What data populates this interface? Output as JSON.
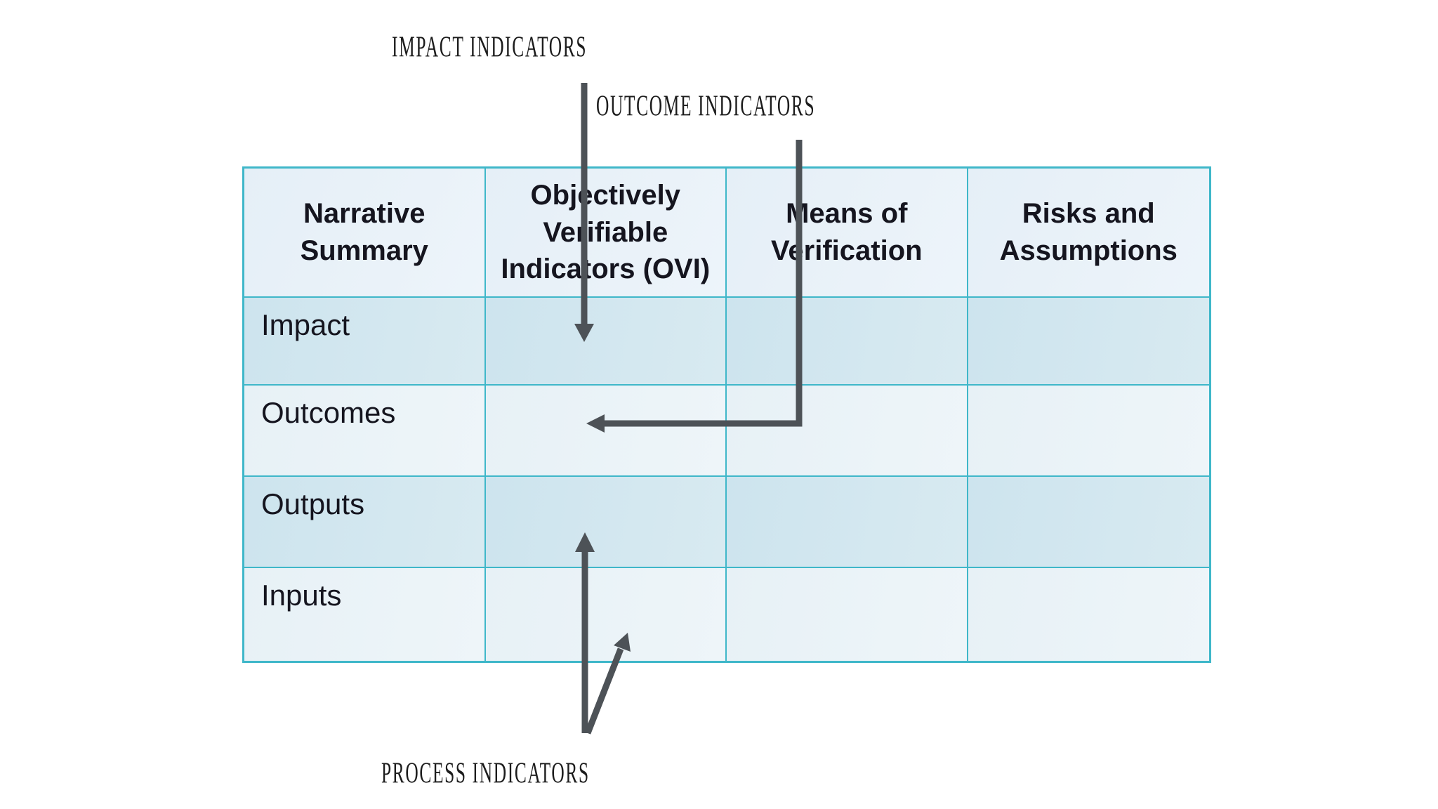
{
  "annotations": {
    "impact": "IMPACT INDICATORS",
    "outcome": "OUTCOME INDICATORS",
    "process": "PROCESS INDICATORS"
  },
  "table": {
    "headers": [
      "Narrative Summary",
      "Objectively Verifiable Indicators (OVI)",
      "Means of Verification",
      "Risks and Assumptions"
    ],
    "row_labels": [
      "Impact",
      "Outcomes",
      "Outputs",
      "Inputs"
    ]
  },
  "colors": {
    "table_border": "#3fb7c9",
    "header_bg": "#e9f1f8",
    "row_dark_bg": "#cfe5ee",
    "row_light_bg": "#e9f2f7",
    "arrow": "#4d5257",
    "table_text": "#15151f",
    "annotation_text": "#1c1c1c",
    "page_bg": "#ffffff"
  }
}
